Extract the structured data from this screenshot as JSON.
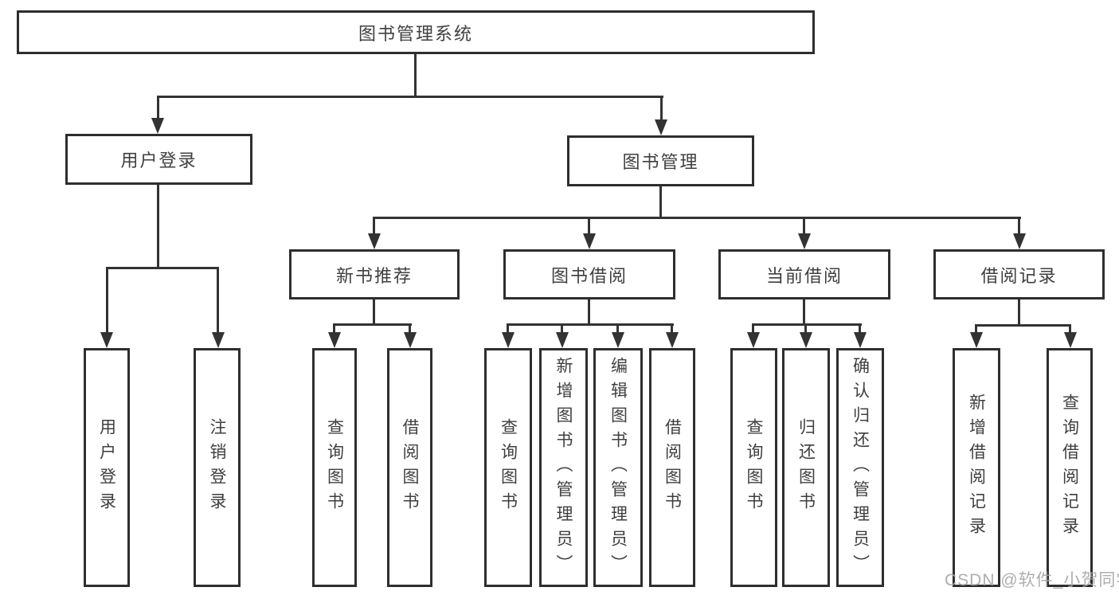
{
  "tree": {
    "label": "图书管理系统",
    "children": [
      {
        "label": "用户登录",
        "children": [
          {
            "label": "用户登录"
          },
          {
            "label": "注销登录"
          }
        ]
      },
      {
        "label": "图书管理",
        "children": [
          {
            "label": "新书推荐",
            "children": [
              {
                "label": "查询图书"
              },
              {
                "label": "借阅图书"
              }
            ]
          },
          {
            "label": "图书借阅",
            "children": [
              {
                "label": "查询图书"
              },
              {
                "label": "新增图书（管理员）"
              },
              {
                "label": "编辑图书（管理员）"
              },
              {
                "label": "借阅图书"
              }
            ]
          },
          {
            "label": "当前借阅",
            "children": [
              {
                "label": "查询图书"
              },
              {
                "label": "归还图书"
              },
              {
                "label": "确认归还（管理员）"
              }
            ]
          },
          {
            "label": "借阅记录",
            "children": [
              {
                "label": "新增借阅记录"
              },
              {
                "label": "查询借阅记录"
              }
            ]
          }
        ]
      }
    ]
  },
  "watermark": "CSDN @软件_小贺同学",
  "colors": {
    "line": "#333333",
    "box_border": "#2e2e2e",
    "text": "#3f3f3f",
    "watermark": "#a6a6a6",
    "background": "#ffffff"
  }
}
